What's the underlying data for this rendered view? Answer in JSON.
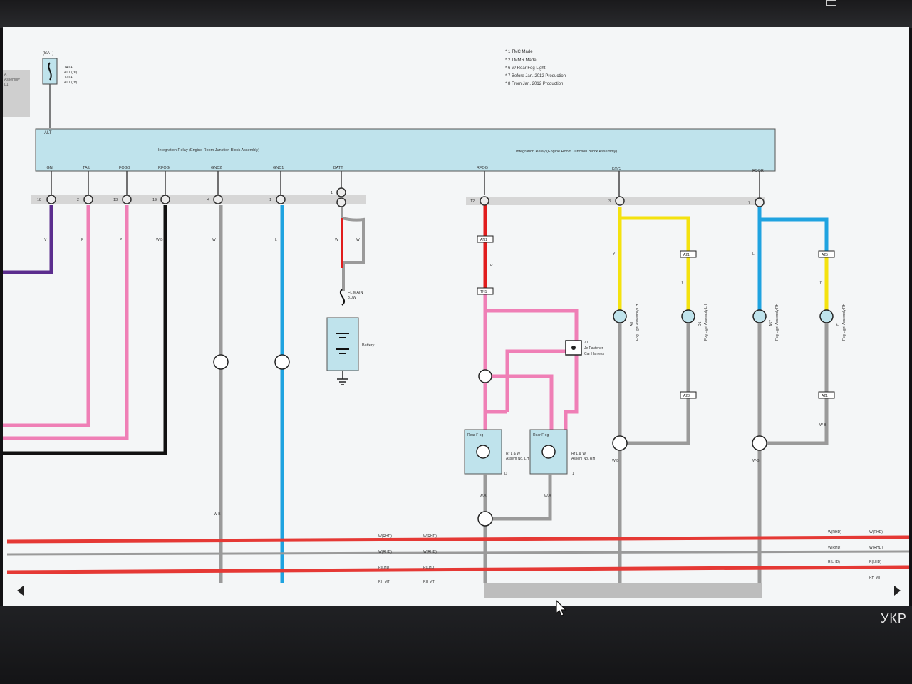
{
  "notes": [
    "* 1 TMC Made",
    "* 2 TMMR Made",
    "* 6 w/ Rear Fog Light",
    "* 7 Before Jan. 2012 Production",
    "* 8 From Jan. 2012 Production"
  ],
  "fuse_batt": {
    "name": "(BAT)",
    "lines": [
      "140A",
      "ALT (*6)",
      "120A",
      "ALT (*8)"
    ]
  },
  "sidebar_stub": [
    "A",
    "Assembly",
    "L1"
  ],
  "relay_block": {
    "label_left": "Integration Relay (Engine Room Junction Block Assembly)",
    "label_right": "Integration Relay (Engine Room Junction Block Assembly)",
    "alt_label": "ALT"
  },
  "terminals": {
    "ign": "IGN",
    "tail": "TAIL",
    "fogb": "FOGB",
    "rfog": "RFOG",
    "gnd2": "GND2",
    "gnd1": "GND1",
    "batt": "BATT",
    "rfog2": "RFOG",
    "fogl": "FOGL",
    "fogr": "FOGR"
  },
  "pin_numbers": {
    "p1": "18",
    "p2": "2",
    "p3": "13",
    "p4": "19",
    "p5": "4",
    "p6": "1",
    "p7": "1",
    "p8": "12",
    "p9": "3",
    "p10": "7"
  },
  "wire_labels": {
    "ign_wire": "V",
    "tail_wire": "P",
    "fogb_wire": "P",
    "rfog_wire": "W-B",
    "gnd2_wire": "W",
    "gnd1_wire": "L",
    "batt_w1": "W",
    "batt_w2": "W",
    "rfog_r": "R",
    "fogl_y": "Y",
    "fogl_y2": "Y",
    "fogr_l": "L",
    "fogr_y": "Y",
    "gnd_wb1": "W-B",
    "gnd_wb2": "W-B",
    "gnd_wb3": "W-B",
    "gnd_wb4": "W-B",
    "gnd_wb5": "W-B",
    "gnd_wb6": "W-B"
  },
  "connectors": {
    "c1": "AN1",
    "c2": "TN1",
    "c3": "A21",
    "c4": "A23",
    "c5": "A25",
    "c6": "A21"
  },
  "fuse_main": {
    "name": "FL MAIN",
    "rating": "3.0W"
  },
  "battery_label": "Battery",
  "switch_label": [
    "Z1",
    "Je Fastener",
    "Car Harness"
  ],
  "lamps": {
    "fog_lh_front": {
      "id": "A8",
      "label": "Fog Light Assembly LH"
    },
    "fog_lh_rear": {
      "id": "D1",
      "label": "Fog Light Assembly LH"
    },
    "fog_rh_front": {
      "id": "A57",
      "label": "Fog Light Assembly RH"
    },
    "fog_rh_rear": {
      "id": "Z1",
      "label": "Fog Light Assembly RH"
    },
    "rear_fog_lh": {
      "id": "D",
      "label": "Rear F og",
      "sub": [
        "Rr L & W",
        "Assem No. LH"
      ]
    },
    "rear_fog_rh": {
      "id": "T1",
      "label": "Rear F og",
      "sub": [
        "Rr L & W",
        "Assem No. RH"
      ]
    }
  },
  "bus_labels": {
    "row1_a": "W(RHD)",
    "row1_b": "W(RHD)",
    "row1_c": "W(RHD)",
    "row1_d": "W(RHD)",
    "row2_a": "W(RHD)",
    "row2_b": "W(RHD)",
    "row2_c": "W(RHD)",
    "row2_d": "W(RHD)",
    "row3_a": "R(LHD)",
    "row3_b": "R(LHD)",
    "row3_c": "R(LHD)",
    "row3_d": "R(LHD)",
    "row4_a": "RH MT",
    "row4_b": "RH MT",
    "row4_d": "RH MT"
  },
  "taskbar": {
    "language": "УКР"
  },
  "colors": {
    "relay_fill": "#bfe3ec",
    "wire_violet": "#5b2d8e",
    "wire_pink": "#ef7fb6",
    "wire_black": "#111111",
    "wire_gray": "#9a9a9a",
    "wire_blue": "#1fa3e0",
    "wire_red": "#e11d1d",
    "wire_yellow": "#f4e20e",
    "bus_red": "#e53935"
  }
}
